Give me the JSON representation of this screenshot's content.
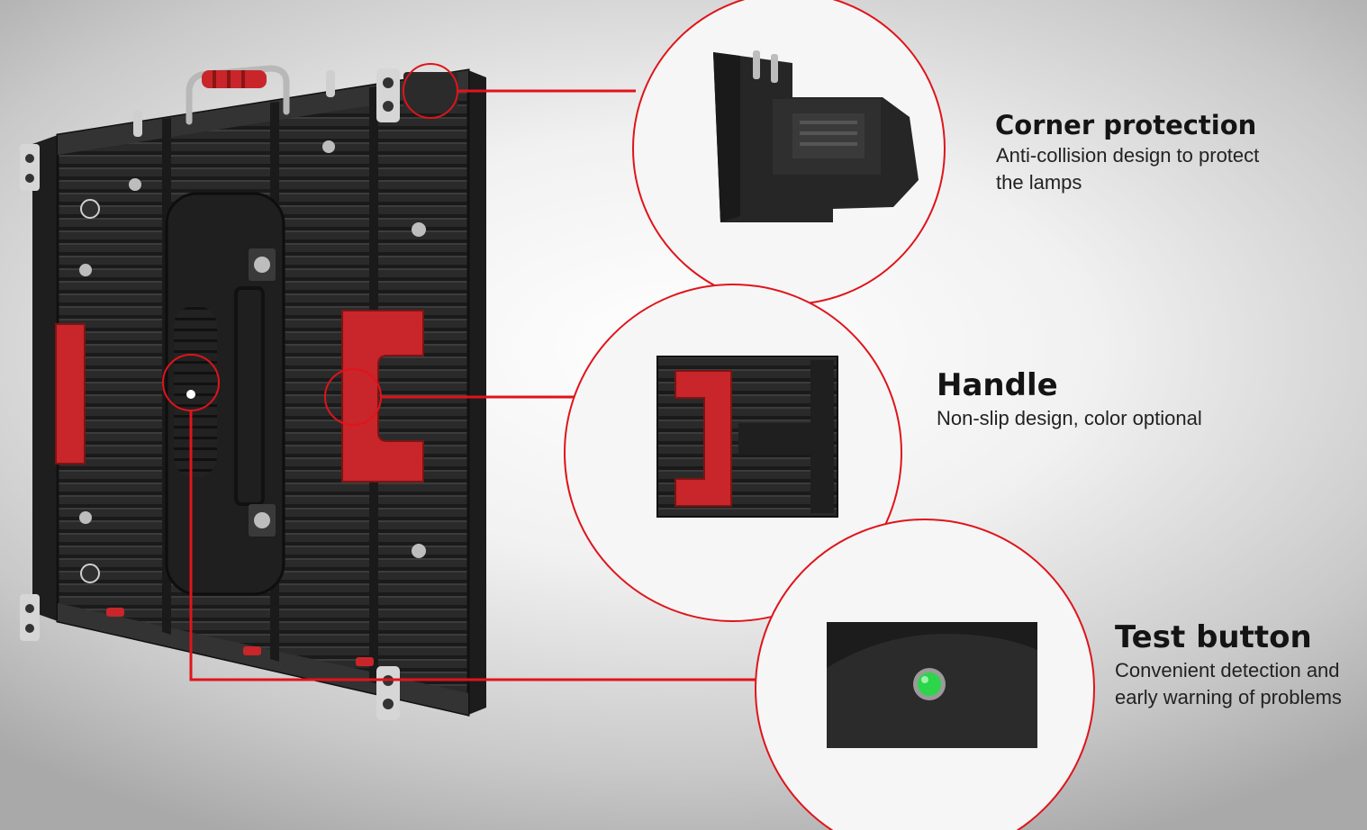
{
  "features": [
    {
      "id": "corner",
      "title": "Corner protection",
      "desc_lines": [
        "Anti-collision design to protect",
        "the lamps"
      ]
    },
    {
      "id": "handle",
      "title": "Handle",
      "desc_lines": [
        "Non-slip design, color optional"
      ]
    },
    {
      "id": "test",
      "title": "Test button",
      "desc_lines": [
        "Convenient detection and",
        "early warning of problems"
      ]
    }
  ],
  "colors": {
    "accent": "#e0141b",
    "cabinet": "#262626",
    "handle": "#c8262a",
    "indicator": "#2bd64a"
  },
  "images": [
    {
      "name": "led-cabinet-back-photo"
    },
    {
      "name": "corner-closeup-photo"
    },
    {
      "name": "handle-closeup-photo"
    },
    {
      "name": "test-button-closeup-photo"
    }
  ]
}
